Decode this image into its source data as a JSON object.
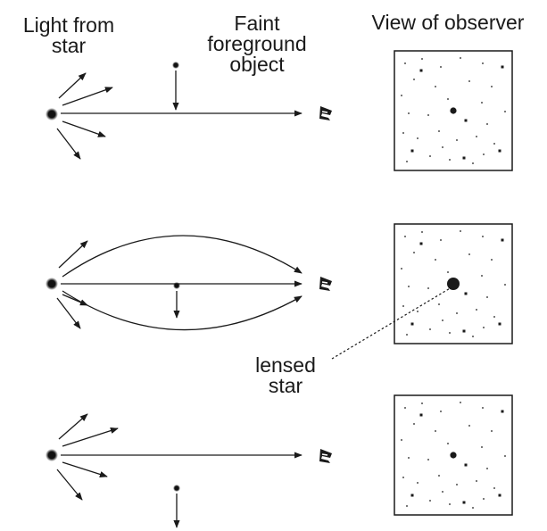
{
  "labels": {
    "light_from_star": [
      "Light from",
      "star"
    ],
    "faint_foreground_object": [
      "Faint",
      "foreground",
      "object"
    ],
    "view_of_observer": "View of observer",
    "lensed_star": [
      "lensed",
      "star"
    ]
  },
  "panels": [
    {
      "stage": "before",
      "star_image": "normal"
    },
    {
      "stage": "during",
      "star_image": "brightened"
    },
    {
      "stage": "after",
      "star_image": "normal"
    }
  ],
  "icons": {
    "star": "star-icon",
    "foreground_object": "foreground-object-icon",
    "observer": "eye-icon"
  },
  "colors": {
    "ink": "#1a1a1a",
    "background": "#ffffff"
  }
}
